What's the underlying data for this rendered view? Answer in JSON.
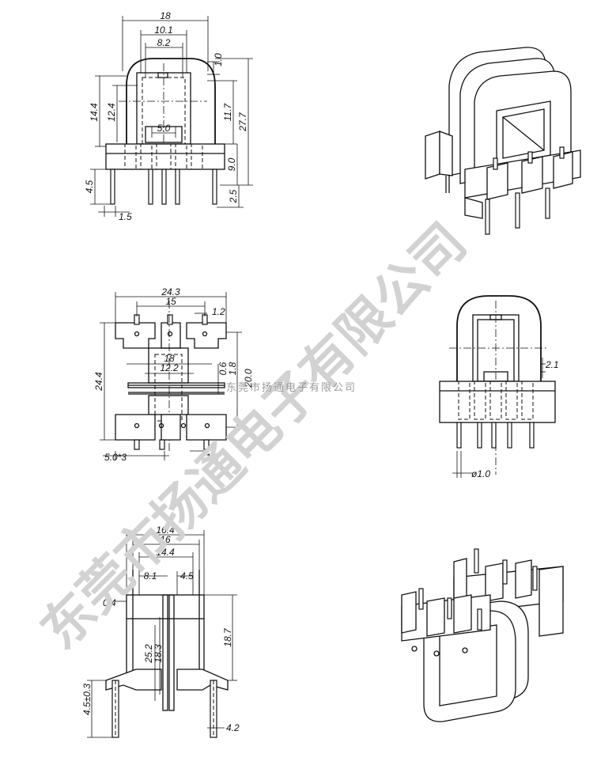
{
  "watermark": {
    "large": "东莞市扬通电子有限公司",
    "small": "东莞市扬通电子有限公司"
  },
  "top_view": {
    "d18": "18",
    "d10_1": "10.1",
    "d8_2": "8.2",
    "d1_0": "1.0",
    "d14_4": "14.4",
    "d12_4": "12.4",
    "d11_7": "11.7",
    "d27_7": "27.7",
    "d5_0": "5.0",
    "d4_5": "4.5",
    "d9_0": "9.0",
    "d2_5": "2.5",
    "d1_5": "1.5"
  },
  "middle_view": {
    "d24_3": "24.3",
    "d15": "15",
    "d1_2": "1.2",
    "d18": "18",
    "d12_2": "12.2",
    "d0_6": "0.6",
    "d1_8": "1.8",
    "d20_0": "20.0",
    "d24_4": "24.4",
    "d5_0x3": "5.0*3",
    "d1_6": "1.6"
  },
  "side_view": {
    "d2_1": "2.1",
    "dphi1_0": "ø1.0"
  },
  "bottom_view": {
    "d16_4": "16.4",
    "d16": "16",
    "d14_4": "14.4",
    "d8_1": "8.1",
    "d4_5": "4.5",
    "d0_4": "0.4",
    "d25_2": "25.2",
    "d18_3": "18.3",
    "d18_7": "18.7",
    "d4_5pm": "4.5±0.3",
    "d4_2": "4.2"
  }
}
